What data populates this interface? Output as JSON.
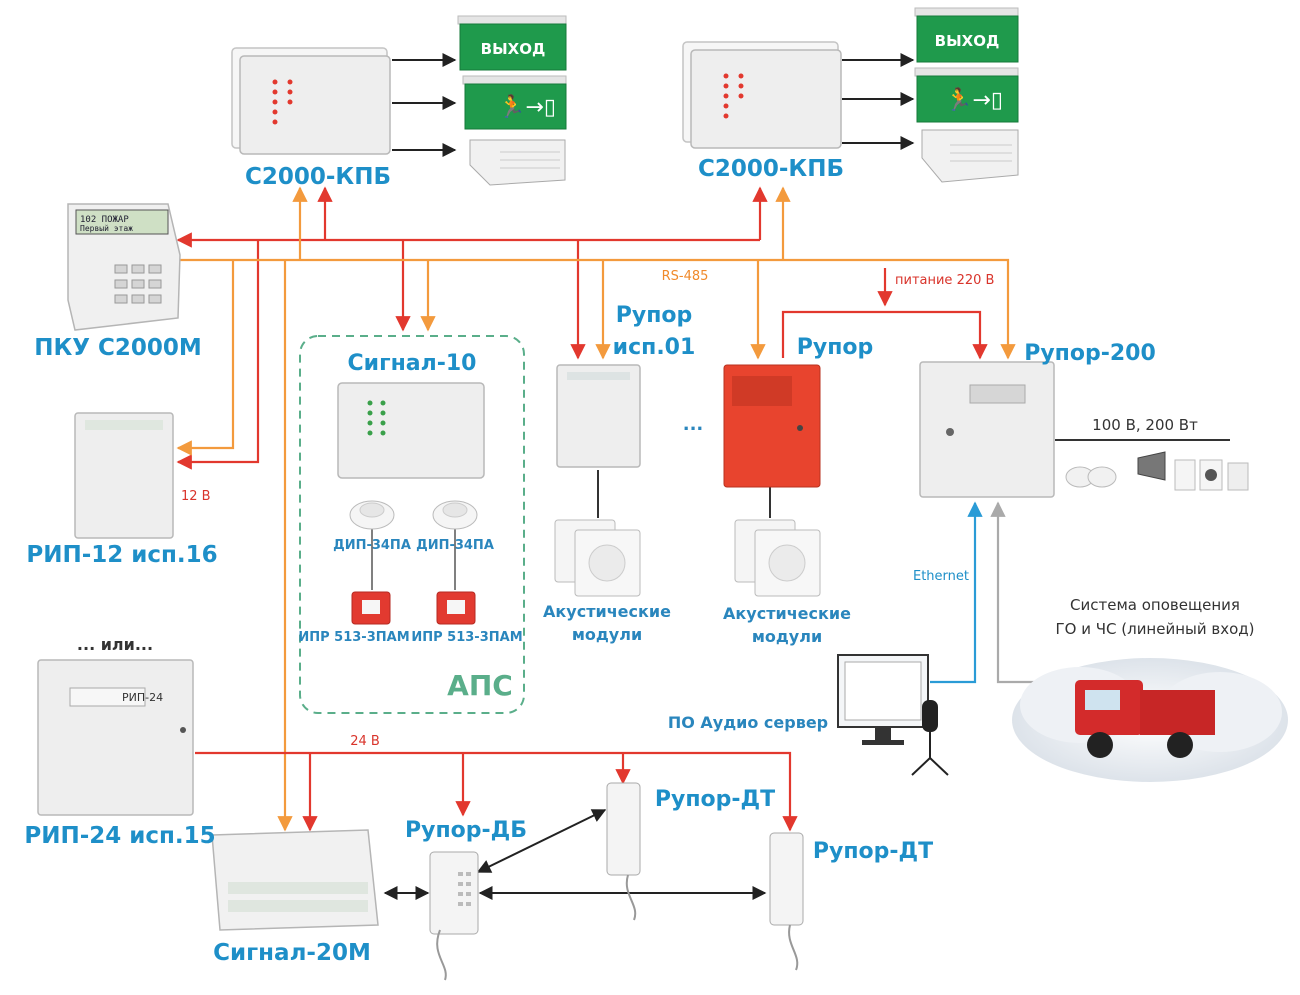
{
  "labels": {
    "kpb_left": "С2000-КПБ",
    "kpb_right": "С2000-КПБ",
    "pku": "ПКУ С2000М",
    "rip12": "РИП-12 исп.16",
    "rip12_voltage": "12 В",
    "signal10": "Сигнал-10",
    "dip1": "ДИП-34ПА",
    "dip2": "ДИП-34ПА",
    "ipr1": "ИПР 513-3ПАМ",
    "ipr2": "ИПР 513-3ПАМ",
    "aps": "АПС",
    "rupor_isp01_line1": "Рупор",
    "rupor_isp01_line2": "исп.01",
    "rupor": "Рупор",
    "rupor200": "Рупор-200",
    "rs485": "RS-485",
    "power220": "питание 220 В",
    "speaker_power": "100 В, 200 Вт",
    "ellipsis": "...",
    "acoustic1_line1": "Акустические",
    "acoustic1_line2": "модули",
    "acoustic2_line1": "Акустические",
    "acoustic2_line2": "модули",
    "ethernet": "Ethernet",
    "go_line1": "Система оповещения",
    "go_line2": "ГО и ЧС (линейный вход)",
    "audio_server": "ПО Аудио сервер",
    "or": "... или...",
    "rip24": "РИП-24 исп.15",
    "rip24_voltage": "24 В",
    "rip24_panel": "РИП-24",
    "rupor_db": "Рупор-ДБ",
    "rupor_dt1": "Рупор-ДТ",
    "rupor_dt2": "Рупор-ДТ",
    "signal20m": "Сигнал-20М",
    "exit_sign1": "ВЫХОД",
    "exit_sign2": "ВЫХОД",
    "pku_display_line1": "102 ПОЖАР",
    "pku_display_line2": "Первый этаж"
  },
  "colors": {
    "label_blue": "#1e8fc8",
    "line_red": "#e2382e",
    "line_orange": "#f39a3d",
    "line_blue": "#2a9bd6",
    "aps_green": "#5aae8a",
    "exit_green": "#1f9a4c",
    "rupor_red": "#e8442e"
  }
}
